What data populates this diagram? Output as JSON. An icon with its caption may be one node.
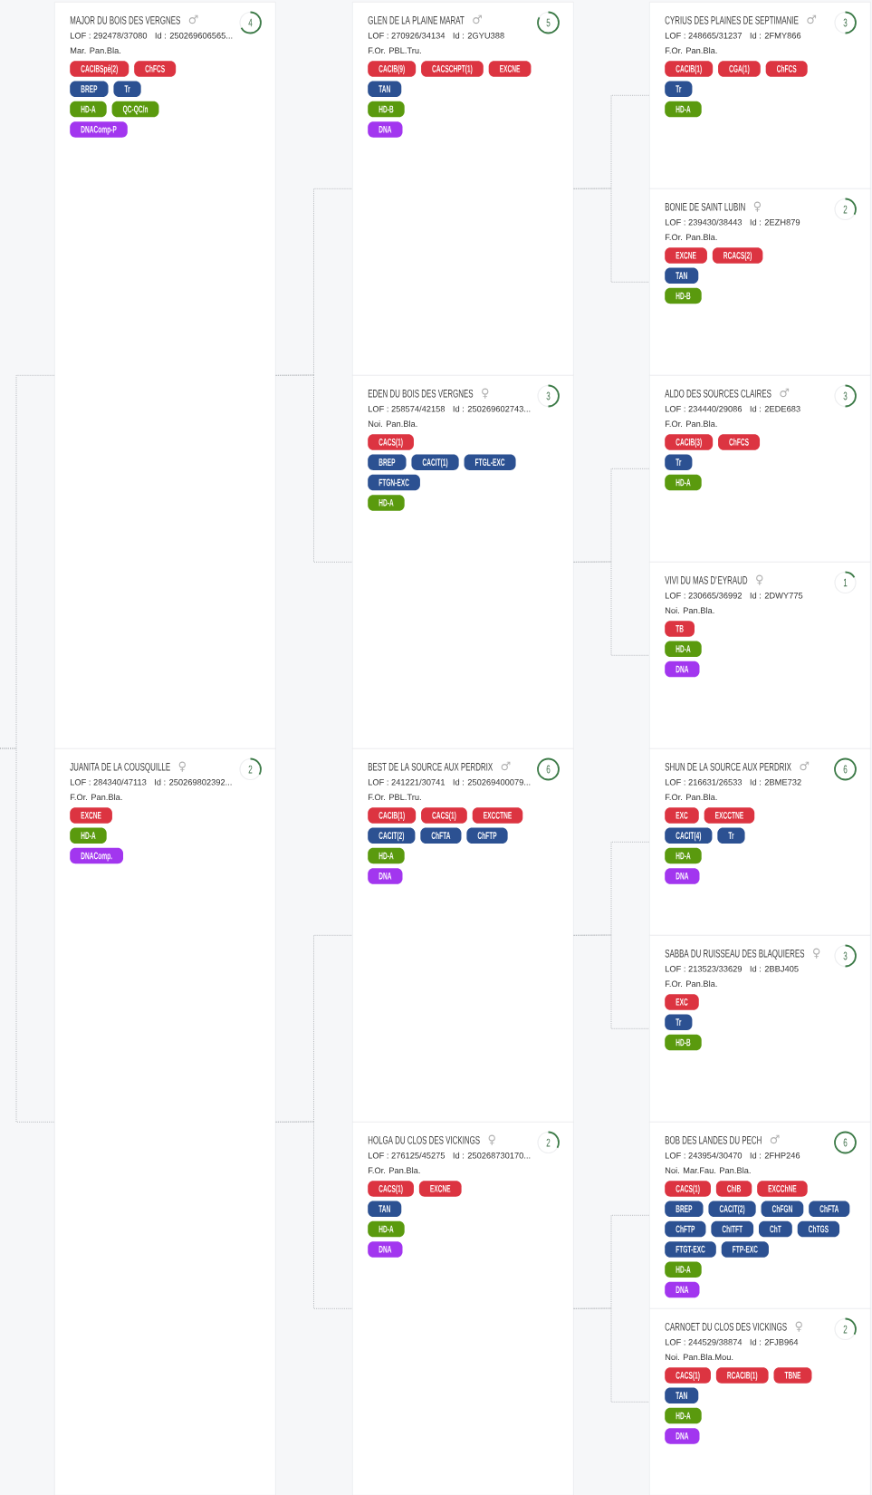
{
  "diagram": {
    "nodes": [
      {
        "text": [
          "MAJOR DU BOIS DES VERGNES",
          "♂",
          "LOF : 292478/37080",
          "Id : 250269606565...",
          "Mar. Pan.Bla."
        ]
      },
      {
        "text": [
          "4"
        ],
        "in": 0
      },
      {
        "text": [
          "CACIBSpé(2)"
        ],
        "in": 0
      },
      {
        "text": [
          "ChFCS"
        ],
        "in": 0
      },
      {
        "text": [
          "BREP"
        ],
        "in": 0
      },
      {
        "text": [
          "Tr"
        ],
        "in": 0
      },
      {
        "text": [
          "HD-A"
        ],
        "in": 0
      },
      {
        "text": [
          "QC-QC/n"
        ],
        "in": 0
      },
      {
        "text": [
          "DNAComp-P"
        ],
        "in": 0
      },
      {
        "text": [
          "GLEN DE LA PLAINE MARAT",
          "♂",
          "LOF : 270926/34134",
          "Id : 2GYU388",
          "F.Or. PBL.Tru."
        ]
      },
      {
        "text": [
          "5"
        ],
        "in": 9
      },
      {
        "text": [
          "CACIB(9)"
        ],
        "in": 9
      },
      {
        "text": [
          "CACSCHPT(1)"
        ],
        "in": 9
      },
      {
        "text": [
          "EXCNE"
        ],
        "in": 9
      },
      {
        "text": [
          "TAN"
        ],
        "in": 9
      },
      {
        "text": [
          "HD-B"
        ],
        "in": 9
      },
      {
        "text": [
          "DNA"
        ],
        "in": 9
      },
      {
        "text": [
          "CYRIUS DES PLAINES DE SEPTIMANIE",
          "♂",
          "LOF : 248665/31237",
          "Id : 2FMY866",
          "F.Or. Pan.Bla."
        ]
      },
      {
        "text": [
          "3"
        ],
        "in": 17
      },
      {
        "text": [
          "CACIB(1)"
        ],
        "in": 17
      },
      {
        "text": [
          "CGA(1)"
        ],
        "in": 17
      },
      {
        "text": [
          "ChFCS"
        ],
        "in": 17
      },
      {
        "text": [
          "Tr"
        ],
        "in": 17
      },
      {
        "text": [
          "HD-A"
        ],
        "in": 17
      },
      {
        "text": [
          "BONIE DE SAINT LUBIN",
          "♀",
          "LOF : 239430/38443",
          "Id : 2EZH879",
          "F.Or. Pan.Bla."
        ]
      },
      {
        "text": [
          "2"
        ],
        "in": 24
      },
      {
        "text": [
          "EXCNE"
        ],
        "in": 24
      },
      {
        "text": [
          "RCACS(2)"
        ],
        "in": 24
      },
      {
        "text": [
          "TAN"
        ],
        "in": 24
      },
      {
        "text": [
          "HD-B"
        ],
        "in": 24
      },
      {
        "text": [
          "EDEN DU BOIS DES VERGNES",
          "♀",
          "LOF : 258574/42158",
          "Id : 250269602743...",
          "Noi. Pan.Bla."
        ]
      },
      {
        "text": [
          "3"
        ],
        "in": 30
      },
      {
        "text": [
          "CACS(1)"
        ],
        "in": 30
      },
      {
        "text": [
          "BREP"
        ],
        "in": 30
      },
      {
        "text": [
          "CACIT(1)"
        ],
        "in": 30
      },
      {
        "text": [
          "FTGL-EXC"
        ],
        "in": 30
      },
      {
        "text": [
          "FTGN-EXC"
        ],
        "in": 30
      },
      {
        "text": [
          "HD-A"
        ],
        "in": 30
      },
      {
        "text": [
          "ALDO DES SOURCES CLAIRES",
          "♂",
          "LOF : 234440/29086",
          "Id : 2EDE683",
          "F.Or. Pan.Bla."
        ]
      },
      {
        "text": [
          "3"
        ],
        "in": 38
      },
      {
        "text": [
          "CACIB(3)"
        ],
        "in": 38
      },
      {
        "text": [
          "ChFCS"
        ],
        "in": 38
      },
      {
        "text": [
          "Tr"
        ],
        "in": 38
      },
      {
        "text": [
          "HD-A"
        ],
        "in": 38
      },
      {
        "text": [
          "VIVI DU MAS D'EYRAUD",
          "♀",
          "LOF : 230665/36992",
          "Id : 2DWY775",
          "Noi. Pan.Bla."
        ]
      },
      {
        "text": [
          "1"
        ],
        "in": 44
      },
      {
        "text": [
          "TB"
        ],
        "in": 44
      },
      {
        "text": [
          "HD-A"
        ],
        "in": 44
      },
      {
        "text": [
          "DNA"
        ],
        "in": 44
      },
      {
        "text": [
          "JUANITA DE LA COUSQUILLE",
          "♀",
          "LOF : 284340/47113",
          "Id : 250269802392...",
          "F.Or. Pan.Bla."
        ]
      },
      {
        "text": [
          "2"
        ],
        "in": 49
      },
      {
        "text": [
          "EXCNE"
        ],
        "in": 49
      },
      {
        "text": [
          "HD-A"
        ],
        "in": 49
      },
      {
        "text": [
          "DNAComp."
        ],
        "in": 49
      },
      {
        "text": [
          "BEST DE LA SOURCE AUX PERDRIX",
          "♂",
          "LOF : 241221/30741",
          "Id : 250269400079...",
          "F.Or. PBL.Tru."
        ]
      },
      {
        "text": [
          "6"
        ],
        "in": 54
      },
      {
        "text": [
          "CACIB(1)"
        ],
        "in": 54
      },
      {
        "text": [
          "CACS(1)"
        ],
        "in": 54
      },
      {
        "text": [
          "EXCCTNE"
        ],
        "in": 54
      },
      {
        "text": [
          "CACIT(2)"
        ],
        "in": 54
      },
      {
        "text": [
          "ChFTA"
        ],
        "in": 54
      },
      {
        "text": [
          "ChFTP"
        ],
        "in": 54
      },
      {
        "text": [
          "HD-A"
        ],
        "in": 54
      },
      {
        "text": [
          "DNA"
        ],
        "in": 54
      },
      {
        "text": [
          "SHUN DE LA SOURCE AUX PERDRIX",
          "♂",
          "LOF : 216631/26533",
          "Id : 2BME732",
          "F.Or. Pan.Bla."
        ]
      },
      {
        "text": [
          "6"
        ],
        "in": 64
      },
      {
        "text": [
          "EXC"
        ],
        "in": 64
      },
      {
        "text": [
          "EXCCTNE"
        ],
        "in": 64
      },
      {
        "text": [
          "CACIT(4)"
        ],
        "in": 64
      },
      {
        "text": [
          "Tr"
        ],
        "in": 64
      },
      {
        "text": [
          "HD-A"
        ],
        "in": 64
      },
      {
        "text": [
          "DNA"
        ],
        "in": 64
      },
      {
        "text": [
          "SABBA DU RUISSEAU DES BLAQUIERES",
          "♀",
          "LOF : 213523/33629",
          "Id : 2BBJ405",
          "F.Or. Pan.Bla."
        ]
      },
      {
        "text": [
          "3"
        ],
        "in": 72
      },
      {
        "text": [
          "EXC"
        ],
        "in": 72
      },
      {
        "text": [
          "Tr"
        ],
        "in": 72
      },
      {
        "text": [
          "HD-B"
        ],
        "in": 72
      },
      {
        "text": [
          "HOLGA DU CLOS DES VICKINGS",
          "♀",
          "LOF : 276125/45275",
          "Id : 250268730170...",
          "F.Or. Pan.Bla."
        ]
      },
      {
        "text": [
          "2"
        ],
        "in": 77
      },
      {
        "text": [
          "CACS(1)"
        ],
        "in": 77
      },
      {
        "text": [
          "EXCNE"
        ],
        "in": 77
      },
      {
        "text": [
          "TAN"
        ],
        "in": 77
      },
      {
        "text": [
          "HD-A"
        ],
        "in": 77
      },
      {
        "text": [
          "DNA"
        ],
        "in": 77
      },
      {
        "text": [
          "BOB DES LANDES DU PECH",
          "♂",
          "LOF : 243954/30470",
          "Id : 2FHP246",
          "Noi. Mar.Fau. Pan.Bla."
        ]
      },
      {
        "text": [
          "6"
        ],
        "in": 84
      },
      {
        "text": [
          "CACS(1)"
        ],
        "in": 84
      },
      {
        "text": [
          "ChIB"
        ],
        "in": 84
      },
      {
        "text": [
          "EXCChNE"
        ],
        "in": 84
      },
      {
        "text": [
          "BREP"
        ],
        "in": 84
      },
      {
        "text": [
          "CACIT(2)"
        ],
        "in": 84
      },
      {
        "text": [
          "ChFGN"
        ],
        "in": 84
      },
      {
        "text": [
          "ChFTA"
        ],
        "in": 84
      },
      {
        "text": [
          "ChFTP"
        ],
        "in": 84
      },
      {
        "text": [
          "ChITFT"
        ],
        "in": 84
      },
      {
        "text": [
          "ChT"
        ],
        "in": 84
      },
      {
        "text": [
          "ChTGS"
        ],
        "in": 84
      },
      {
        "text": [
          "FTGT-EXC"
        ],
        "in": 84
      },
      {
        "text": [
          "FTP-EXC"
        ],
        "in": 84
      },
      {
        "text": [
          "HD-A"
        ],
        "in": 84
      },
      {
        "text": [
          "DNA"
        ],
        "in": 84
      },
      {
        "text": [
          "CARNOET DU CLOS DES VICKINGS",
          "♀",
          "LOF : 244529/38874",
          "Id : 2FJB964",
          "Noi. Pan.Bla.Mou."
        ]
      },
      {
        "text": [
          "2"
        ],
        "in": 101
      },
      {
        "text": [
          "CACS(1)"
        ],
        "in": 101
      },
      {
        "text": [
          "RCACIB(1)"
        ],
        "in": 101
      },
      {
        "text": [
          "TBNE"
        ],
        "in": 101
      },
      {
        "text": [
          "TAN"
        ],
        "in": 101
      },
      {
        "text": [
          "HD-A"
        ],
        "in": 101
      },
      {
        "text": [
          "DNA"
        ],
        "in": 101
      }
    ],
    "edges": [
      {
        "from": null,
        "to": 0,
        "arrow": "none"
      },
      {
        "from": null,
        "to": 49,
        "arrow": "none"
      },
      {
        "from": 0,
        "to": 9,
        "arrow": "none"
      },
      {
        "from": 0,
        "to": 30,
        "arrow": "none"
      },
      {
        "from": 9,
        "to": 17,
        "arrow": "none"
      },
      {
        "from": 9,
        "to": 24,
        "arrow": "none"
      },
      {
        "from": 30,
        "to": 38,
        "arrow": "none"
      },
      {
        "from": 30,
        "to": 44,
        "arrow": "none"
      },
      {
        "from": 49,
        "to": 54,
        "arrow": "none"
      },
      {
        "from": 49,
        "to": 77,
        "arrow": "none"
      },
      {
        "from": 54,
        "to": 64,
        "arrow": "none"
      },
      {
        "from": 54,
        "to": 72,
        "arrow": "none"
      },
      {
        "from": 77,
        "to": 84,
        "arrow": "none"
      },
      {
        "from": 77,
        "to": 101,
        "arrow": "none"
      }
    ]
  }
}
